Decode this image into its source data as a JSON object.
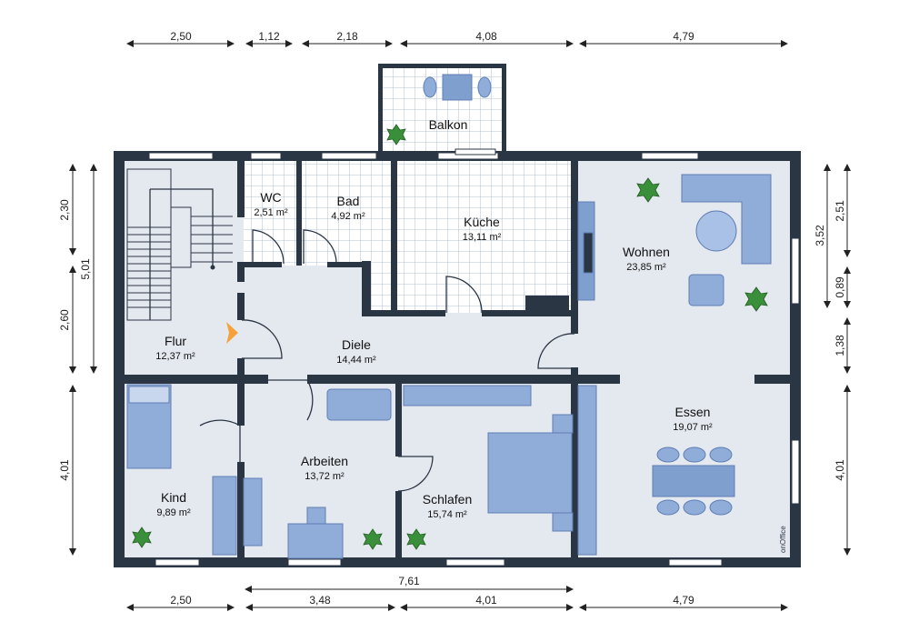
{
  "floorplan": {
    "rooms": [
      {
        "id": "balkon",
        "name": "Balkon",
        "area": ""
      },
      {
        "id": "wc",
        "name": "WC",
        "area": "2,51 m²"
      },
      {
        "id": "bad",
        "name": "Bad",
        "area": "4,92 m²"
      },
      {
        "id": "kueche",
        "name": "Küche",
        "area": "13,11 m²"
      },
      {
        "id": "wohnen",
        "name": "Wohnen",
        "area": "23,85 m²"
      },
      {
        "id": "flur",
        "name": "Flur",
        "area": "12,37 m²"
      },
      {
        "id": "diele",
        "name": "Diele",
        "area": "14,44 m²"
      },
      {
        "id": "essen",
        "name": "Essen",
        "area": "19,07 m²"
      },
      {
        "id": "arbeiten",
        "name": "Arbeiten",
        "area": "13,72 m²"
      },
      {
        "id": "kind",
        "name": "Kind",
        "area": "9,89 m²"
      },
      {
        "id": "schlafen",
        "name": "Schlafen",
        "area": "15,74 m²"
      }
    ],
    "dimensions": {
      "top": [
        "2,50",
        "1,12",
        "2,18",
        "4,08",
        "4,79"
      ],
      "bottom_overall": "7,61",
      "bottom": [
        "2,50",
        "3,48",
        "4,01",
        "4,79"
      ],
      "left_outer": "5,01",
      "left_inner": [
        "2,30",
        "2,60"
      ],
      "left_lower": "4,01",
      "right_outer": "3,52",
      "right_inner": [
        "2,51",
        "0,89",
        "1,38"
      ],
      "right_lower": "4,01"
    },
    "watermark": "onOffice",
    "colors": {
      "wall": "#2b3644",
      "floor": "#e4e8ef",
      "furniture": "#7f9fcf",
      "tile": "#9fb0c2",
      "door": "#f5a23c"
    }
  }
}
